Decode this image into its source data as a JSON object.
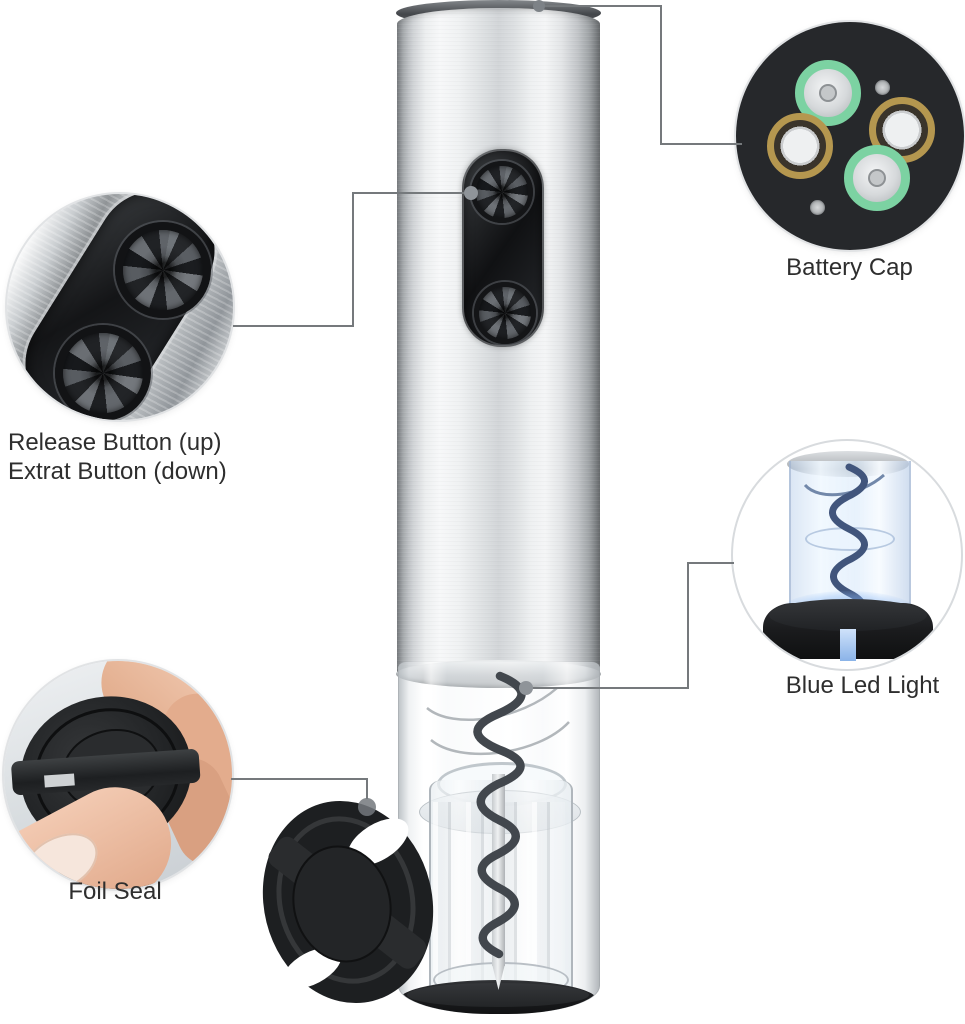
{
  "callouts": {
    "release": {
      "label_line1": "Release Button (up)",
      "label_line2": "Extrat Button (down)"
    },
    "battery": {
      "label": "Battery Cap"
    },
    "led": {
      "label": "Blue Led Light"
    },
    "foil": {
      "label": "Foil Seal"
    }
  },
  "colors": {
    "background": "#ffffff",
    "label_text": "#2e2e2e",
    "callout_line": "#75797c",
    "callout_dot": "#8f9499",
    "led_blue": "#9cc4f0",
    "battery_ring_green": "#7cd2a2",
    "battery_ring_gold": "#b5974f",
    "steel_highlight": "#f7f8f9",
    "steel_shadow": "#84888c",
    "base_black": "#1a1b1d"
  }
}
